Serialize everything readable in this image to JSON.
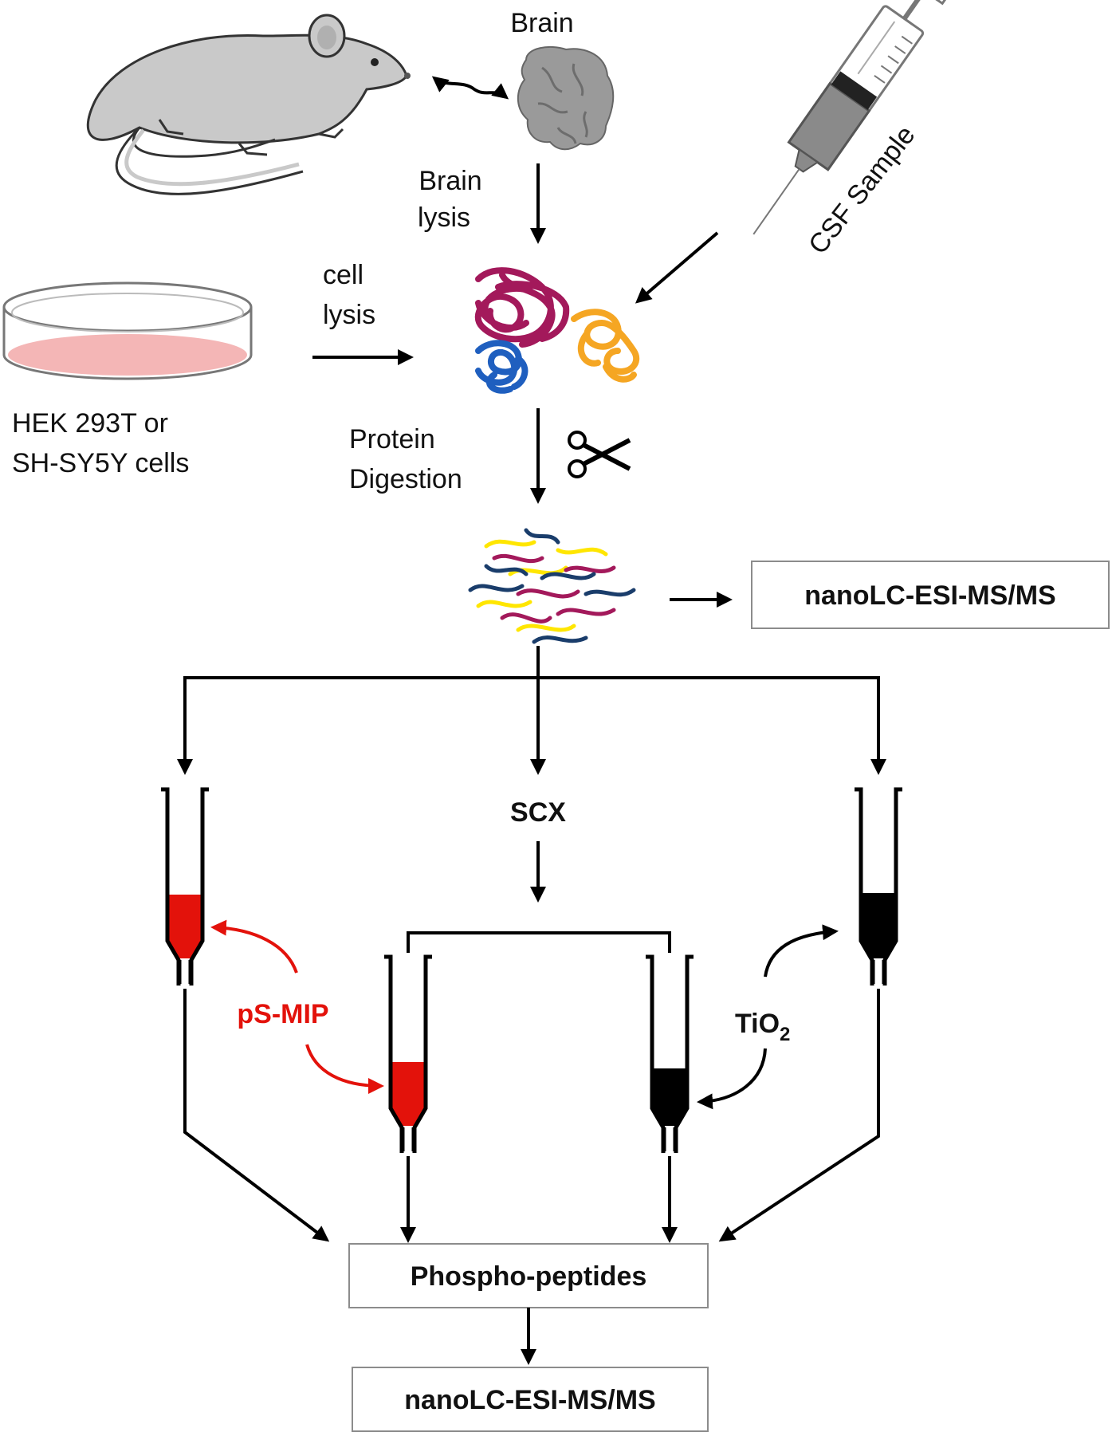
{
  "labels": {
    "brain": "Brain",
    "brain_lysis_1": "Brain",
    "brain_lysis_2": "lysis",
    "csf_sample": "CSF Sample",
    "cell_lysis_1": "cell",
    "cell_lysis_2": "lysis",
    "cells_1": "HEK 293T or",
    "cells_2": "SH-SY5Y cells",
    "protein_digestion_1": "Protein",
    "protein_digestion_2": "Digestion",
    "nanolc_top": "nanoLC-ESI-MS/MS",
    "scx": "SCX",
    "ps_mip": "pS-MIP",
    "tio2_base": "TiO",
    "tio2_sub": "2",
    "phosphopeptides": "Phospho-peptides",
    "nanolc_bottom": "nanoLC-ESI-MS/MS"
  },
  "colors": {
    "mip_red": "#e3120b",
    "tio2_black": "#000000",
    "protein_magenta": "#a3195b",
    "protein_orange": "#f5a623",
    "protein_blue": "#1f5fbf",
    "peptide_yellow": "#ffe600",
    "peptide_navy": "#1a3d6b",
    "mouse_gray": "#c9c9c9",
    "brain_gray": "#9a9a9a",
    "dish_pink": "#f4b6b6"
  },
  "icons": [
    "mouse-icon",
    "brain-icon",
    "syringe-icon",
    "petri-dish-icon",
    "scissors-icon",
    "protein-tangle-icon",
    "peptide-tangle-icon",
    "spin-column-icon"
  ]
}
